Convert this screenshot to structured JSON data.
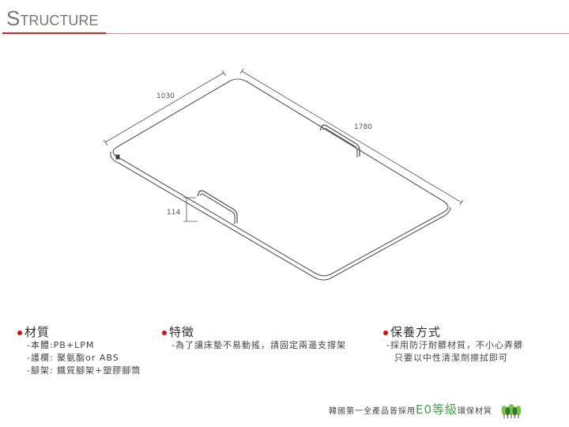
{
  "header": {
    "title_initial": "S",
    "title_rest": "TRUCTURE",
    "accent": "#e02020"
  },
  "diagram": {
    "width_label": "1030",
    "length_label": "1780",
    "height_label": "114"
  },
  "sections": {
    "material": {
      "title": "材質",
      "lines": [
        "-本體:PB+LPM",
        "-護欄: 聚氨酯or ABS",
        "-腳架: 鐵質腳架+塑膠腳筒"
      ]
    },
    "feature": {
      "title": "特徵",
      "lines": [
        "-為了讓床墊不易動搖，請固定兩邊支撐架"
      ]
    },
    "care": {
      "title": "保養方式",
      "lines": [
        "-採用防汙耐髒材質，不小心弄髒",
        "只要以中性清潔劑擦拭即可"
      ]
    }
  },
  "footer": {
    "prefix": "韓國第一全產品皆採用",
    "highlight": "E0等級",
    "suffix": "環保材質",
    "icon": "trees-icon",
    "highlight_color": "#4aa14a"
  }
}
